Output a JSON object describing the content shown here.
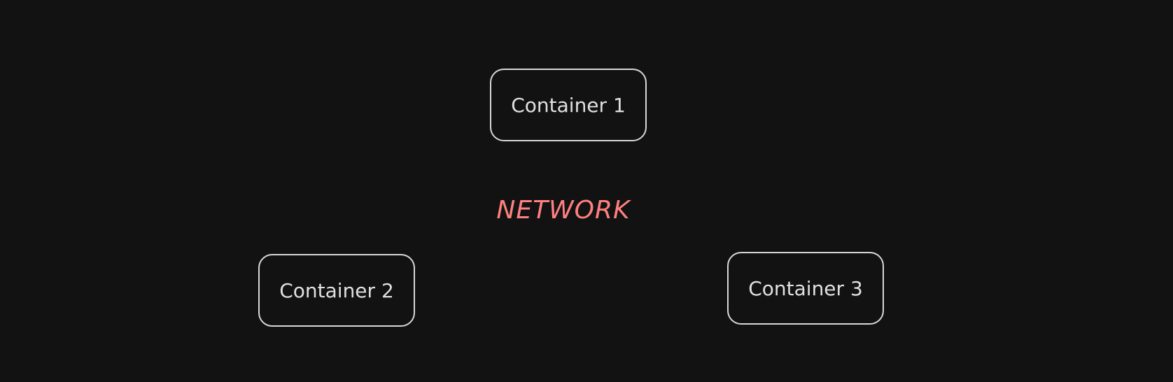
{
  "diagram": {
    "network_label": "NETWORK",
    "network_color": "#ff8080",
    "containers": [
      {
        "label": "Container 1"
      },
      {
        "label": "Container 2"
      },
      {
        "label": "Container 3"
      }
    ]
  }
}
